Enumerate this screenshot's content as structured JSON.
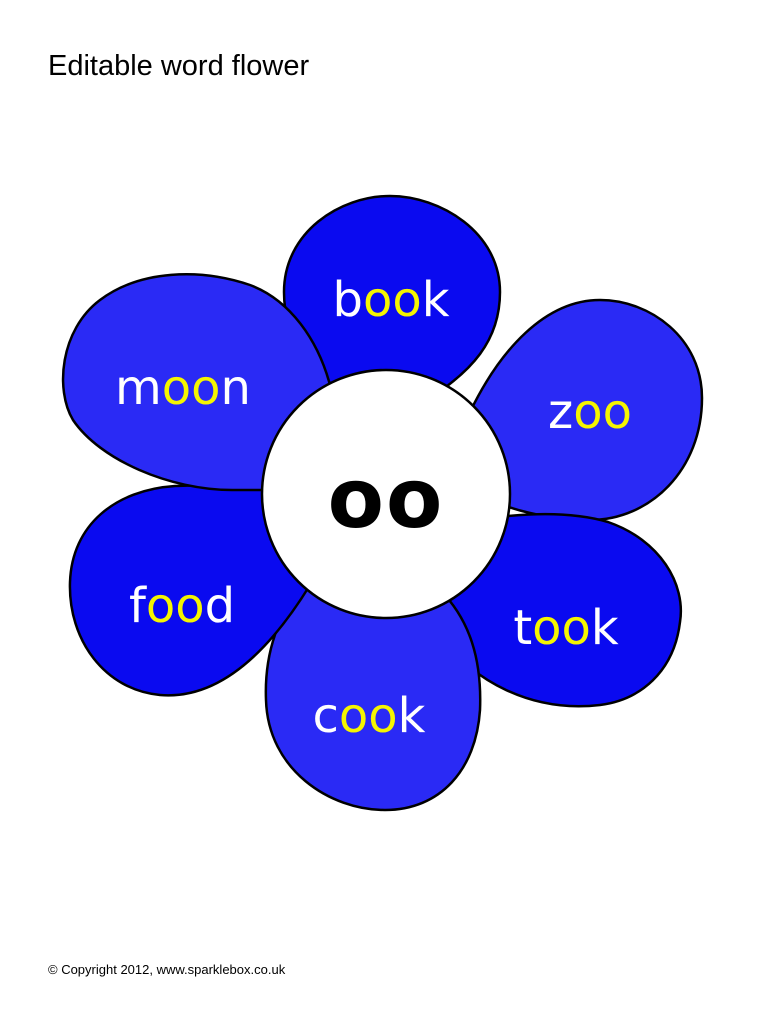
{
  "document": {
    "title": "Editable word flower",
    "footer": "© Copyright 2012, www.sparklebox.co.uk"
  },
  "flower": {
    "center": "oo",
    "petals": [
      {
        "word": "book",
        "parts": [
          {
            "t": "b",
            "h": false
          },
          {
            "t": "oo",
            "h": true
          },
          {
            "t": "k",
            "h": false
          }
        ]
      },
      {
        "word": "zoo",
        "parts": [
          {
            "t": "z",
            "h": false
          },
          {
            "t": "oo",
            "h": true
          }
        ]
      },
      {
        "word": "took",
        "parts": [
          {
            "t": "t",
            "h": false
          },
          {
            "t": "oo",
            "h": true
          },
          {
            "t": "k",
            "h": false
          }
        ]
      },
      {
        "word": "cook",
        "parts": [
          {
            "t": "c",
            "h": false
          },
          {
            "t": "oo",
            "h": true
          },
          {
            "t": "k",
            "h": false
          }
        ]
      },
      {
        "word": "food",
        "parts": [
          {
            "t": "f",
            "h": false
          },
          {
            "t": "oo",
            "h": true
          },
          {
            "t": "d",
            "h": false
          }
        ]
      },
      {
        "word": "moon",
        "parts": [
          {
            "t": "m",
            "h": false
          },
          {
            "t": "oo",
            "h": true
          },
          {
            "t": "n",
            "h": false
          }
        ]
      }
    ]
  },
  "colors": {
    "petal_fills": [
      "#0a0af0",
      "#2a2af5",
      "#0a0af0",
      "#2a2af5",
      "#0a0af0",
      "#2a2af5"
    ],
    "petal_outline": "#000000",
    "center_fill": "#ffffff",
    "word_text": "#ffffff",
    "highlight": "#f5f500"
  }
}
